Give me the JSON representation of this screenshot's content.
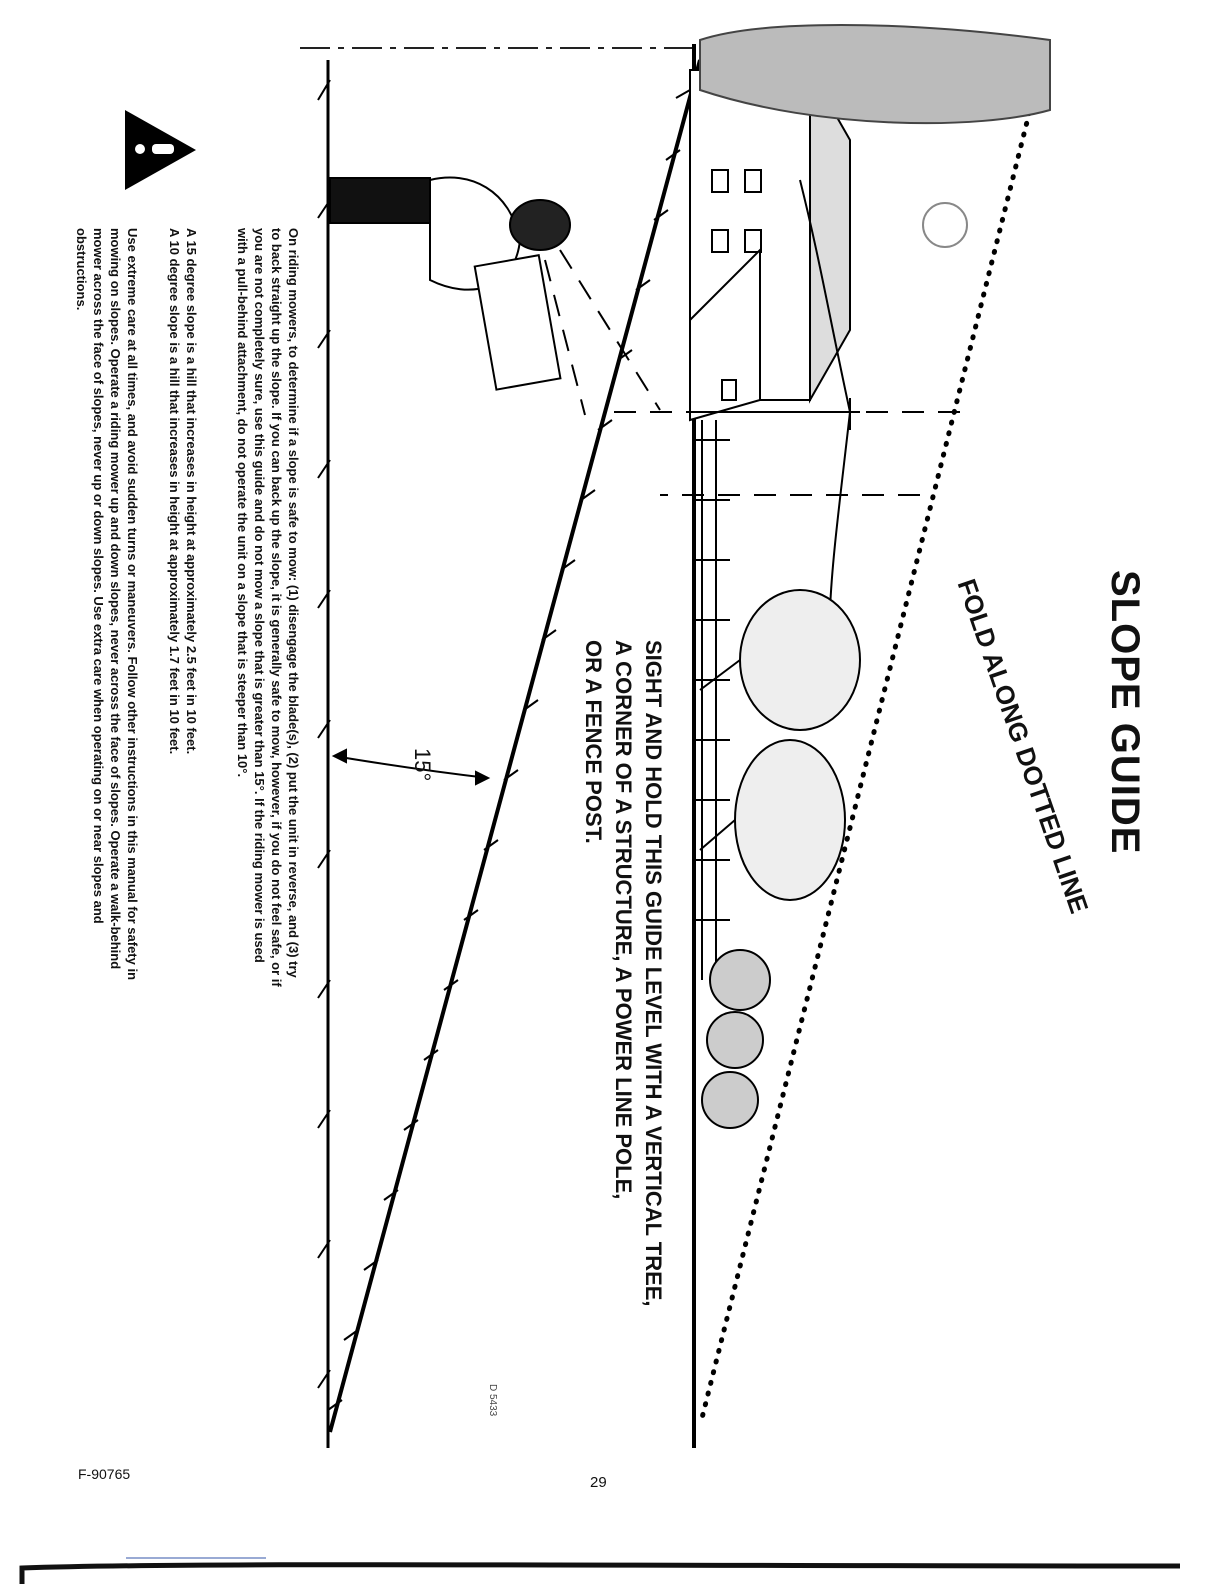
{
  "header": {
    "title": "SLOPE GUIDE"
  },
  "guide": {
    "fold_instruction": "FOLD ALONG DOTTED LINE",
    "sight_lines": [
      "SIGHT AND HOLD THIS GUIDE LEVEL WITH A VERTICAL TREE,",
      "A CORNER OF A STRUCTURE, A POWER LINE POLE,",
      "OR A FENCE POST."
    ],
    "angle_label": "15°",
    "drawing_code": "D 5433"
  },
  "safety_text": {
    "riding_lines": [
      "On riding mowers, to determine if a slope is safe to mow: (1) disengage the blade(s), (2) put the unit in reverse, and (3) try",
      "to back straight up the slope. If you can back up the slope, it is generally safe to mow, however, if you do not feel safe, or if",
      "you are not completely sure, use this guide and do not mow a slope that is greater than 15°. If the riding mower is used",
      "with a pull-behind attachment, do not operate the unit on a slope that is steeper than 10°."
    ],
    "slope_lines": [
      "A 15 degree slope is a hill that increases in height at approximately 2.5 feet in 10 feet.",
      "A 10 degree slope is a hill that increases in height at approximately 1.7 feet in 10 feet."
    ],
    "care_lines": [
      "Use extreme care at all times, and avoid sudden turns or maneuvers. Follow other instructions in this manual for safety in",
      "mowing on slopes. Operate a riding mower up and down slopes, never across the face of slopes. Operate a walk-behind",
      "mower across the face of slopes, never up or down slopes. Use extra care when operating on or near slopes and",
      "obstructions."
    ]
  },
  "footer": {
    "part_number": "F-90765",
    "page_number": "29"
  },
  "icons": {
    "warning": "warning-triangle-icon"
  }
}
